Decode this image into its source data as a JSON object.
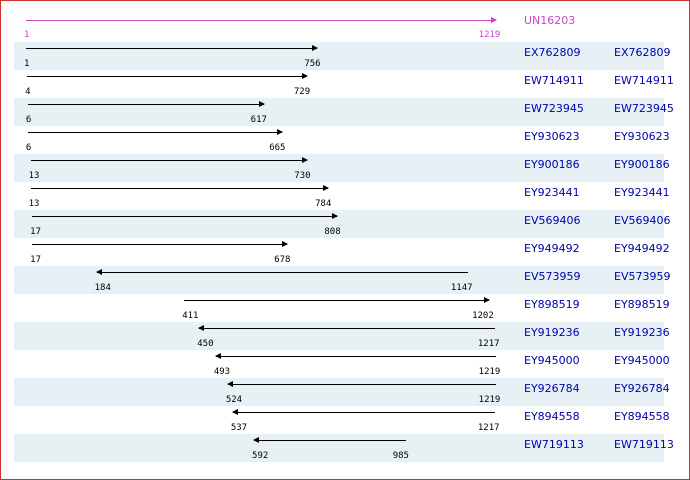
{
  "query": {
    "id": "UN16203",
    "start": 1,
    "end": 1219
  },
  "scale": {
    "min": 1,
    "max": 1219
  },
  "hits": [
    {
      "id": "EX762809",
      "start": 1,
      "end": 756,
      "direction": "forward"
    },
    {
      "id": "EW714911",
      "start": 4,
      "end": 729,
      "direction": "forward"
    },
    {
      "id": "EW723945",
      "start": 6,
      "end": 617,
      "direction": "forward"
    },
    {
      "id": "EY930623",
      "start": 6,
      "end": 665,
      "direction": "forward"
    },
    {
      "id": "EY900186",
      "start": 13,
      "end": 730,
      "direction": "forward"
    },
    {
      "id": "EY923441",
      "start": 13,
      "end": 784,
      "direction": "forward"
    },
    {
      "id": "EV569406",
      "start": 17,
      "end": 808,
      "direction": "forward"
    },
    {
      "id": "EY949492",
      "start": 17,
      "end": 678,
      "direction": "forward"
    },
    {
      "id": "EV573959",
      "start": 184,
      "end": 1147,
      "direction": "reverse"
    },
    {
      "id": "EY898519",
      "start": 411,
      "end": 1202,
      "direction": "forward"
    },
    {
      "id": "EY919236",
      "start": 450,
      "end": 1217,
      "direction": "reverse"
    },
    {
      "id": "EY945000",
      "start": 493,
      "end": 1219,
      "direction": "reverse"
    },
    {
      "id": "EY926784",
      "start": 524,
      "end": 1219,
      "direction": "reverse"
    },
    {
      "id": "EY894558",
      "start": 537,
      "end": 1217,
      "direction": "reverse"
    },
    {
      "id": "EW719113",
      "start": 592,
      "end": 985,
      "direction": "reverse"
    }
  ],
  "colors": {
    "query": "#cc44cc",
    "link": "#0000aa",
    "stripe": "#e6f0f5",
    "border": "#cc3333"
  }
}
